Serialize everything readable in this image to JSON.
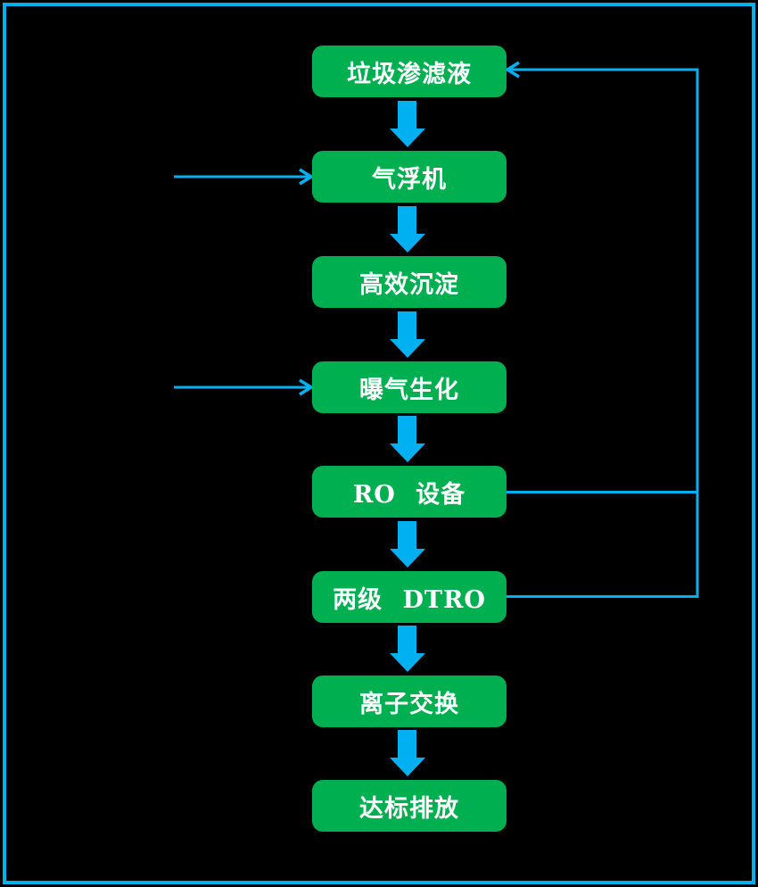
{
  "diagram": {
    "type": "flowchart",
    "direction": "top-down",
    "boxes": [
      {
        "id": "landfill-leachate",
        "label": "垃圾渗滤液"
      },
      {
        "id": "air-flotation",
        "label": "气浮机"
      },
      {
        "id": "high-efficiency-sedimentation",
        "label": "高效沉淀"
      },
      {
        "id": "aeration-biochemical",
        "label": "曝气生化"
      },
      {
        "id": "ro-equipment",
        "label": "RO 设备"
      },
      {
        "id": "two-stage-dtro",
        "label": "两级 DTRO"
      },
      {
        "id": "ion-exchange",
        "label": "离子交换"
      },
      {
        "id": "standard-discharge",
        "label": "达标排放"
      }
    ],
    "edges": [
      {
        "from": "垃圾渗滤液",
        "to": "气浮机",
        "style": "thick-down-arrow"
      },
      {
        "from": "气浮机",
        "to": "高效沉淀",
        "style": "thick-down-arrow"
      },
      {
        "from": "高效沉淀",
        "to": "曝气生化",
        "style": "thick-down-arrow"
      },
      {
        "from": "曝气生化",
        "to": "RO 设备",
        "style": "thick-down-arrow"
      },
      {
        "from": "RO 设备",
        "to": "两级 DTRO",
        "style": "thick-down-arrow"
      },
      {
        "from": "两级 DTRO",
        "to": "离子交换",
        "style": "thick-down-arrow"
      },
      {
        "from": "离子交换",
        "to": "达标排放",
        "style": "thick-down-arrow"
      },
      {
        "from": "RO 设备",
        "to": "垃圾渗滤液",
        "style": "thin-feedback-line-right-side"
      },
      {
        "from": "两级 DTRO",
        "to": "垃圾渗滤液",
        "style": "thin-feedback-line-right-side"
      },
      {
        "from": "external-left",
        "to": "气浮机",
        "style": "thin-input-arrow"
      },
      {
        "from": "external-left",
        "to": "曝气生化",
        "style": "thin-input-arrow"
      }
    ],
    "colors": {
      "background": "#000000",
      "box_fill": "#00B050",
      "arrow_blue": "#00B0F0",
      "border_blue": "#00B0F0",
      "box_text": "#FFFFFF"
    }
  }
}
